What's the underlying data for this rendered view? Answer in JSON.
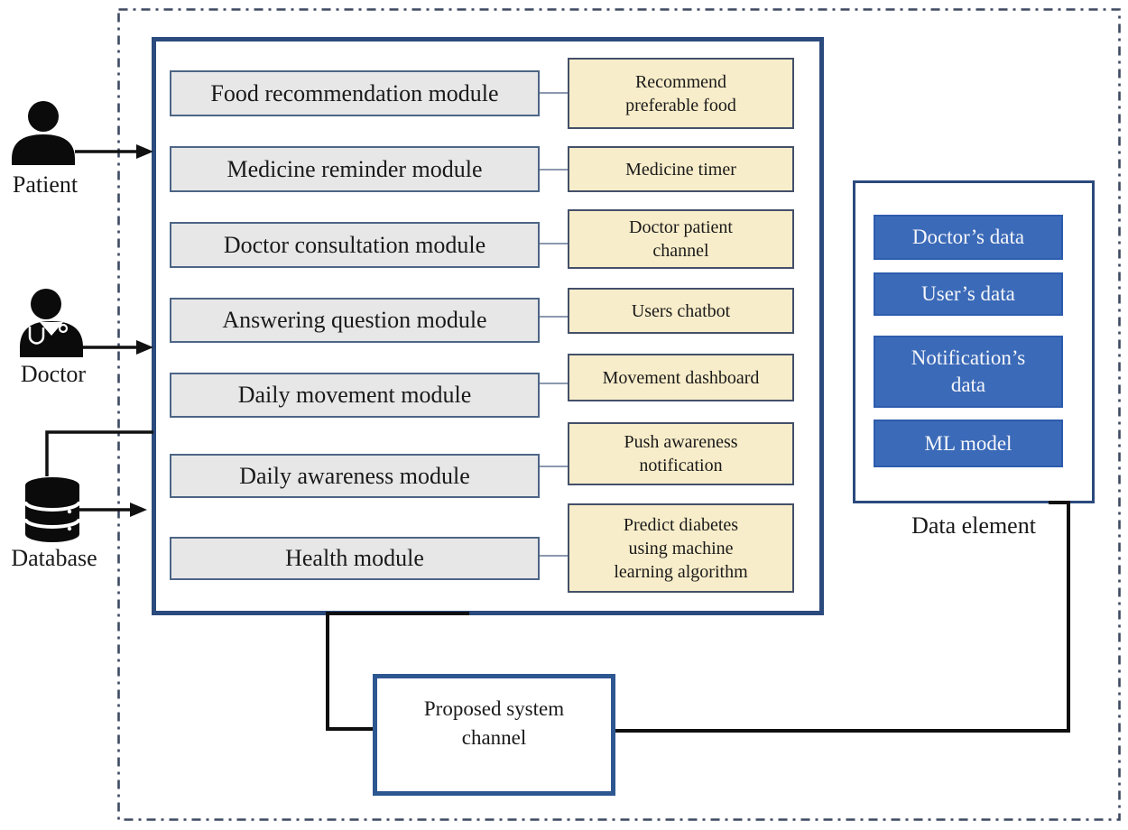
{
  "diagram": {
    "actors": [
      {
        "id": "patient",
        "label": "Patient"
      },
      {
        "id": "doctor",
        "label": "Doctor"
      },
      {
        "id": "database",
        "label": "Database"
      }
    ],
    "system_modules": [
      {
        "module": "Food recommendation module",
        "function": "Recommend\npreferable food"
      },
      {
        "module": "Medicine reminder module",
        "function": "Medicine timer"
      },
      {
        "module": "Doctor consultation module",
        "function": "Doctor patient\nchannel"
      },
      {
        "module": "Answering question module",
        "function": "Users chatbot"
      },
      {
        "module": "Daily movement module",
        "function": "Movement dashboard"
      },
      {
        "module": "Daily awareness module",
        "function": "Push awareness\nnotification"
      },
      {
        "module": "Health module",
        "function": "Predict diabetes\nusing machine\nlearning algorithm"
      }
    ],
    "data_element": {
      "caption": "Data element",
      "items": [
        "Doctor’s data",
        "User’s data",
        "Notification’s\ndata",
        "ML model"
      ]
    },
    "channel": {
      "label": "Proposed system\nchannel"
    },
    "colors": {
      "module_fill": "#e7e7e8",
      "module_border": "#4d6586",
      "function_fill": "#f8edca",
      "function_border": "#44506a",
      "data_item_fill": "#3b6ab8",
      "data_item_border": "#2d5cae",
      "container_border": "#2b4a7d",
      "channel_border": "#2d5791",
      "dash_border": "#3d4961",
      "connector_black": "#111111",
      "connector_thin": "#8b99af"
    }
  }
}
